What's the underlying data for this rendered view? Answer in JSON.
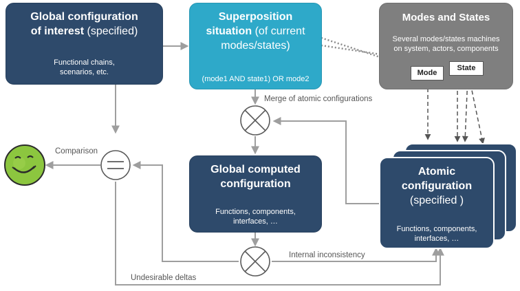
{
  "boxes": {
    "global_config": {
      "title_line1": "Global configuration",
      "title_line2_bold": "of interest",
      "title_line2_rest": " (specified)",
      "body_line1": "Functional chains,",
      "body_line2": "scenarios, etc."
    },
    "superposition": {
      "title_line1": "Superposition",
      "title_line2_bold": "situation",
      "title_line2_rest": " (of current",
      "title_line3": "modes/states)",
      "body": "(mode1 AND state1) OR mode2"
    },
    "modes_states": {
      "title": "Modes and States",
      "body_line1": "Several modes/states machines",
      "body_line2": "on system, actors, components",
      "mode_tag": "Mode",
      "state_tag": "State"
    },
    "computed": {
      "title_line1": "Global computed",
      "title_line2": "configuration",
      "body_line1": "Functions, components,",
      "body_line2": "interfaces, …"
    },
    "atomic": {
      "title_line1": "Atomic",
      "title_line2": "configuration",
      "title_line3": "(specified )",
      "body_line1": "Functions, components,",
      "body_line2": "interfaces, …"
    }
  },
  "labels": {
    "merge": "Merge of atomic configurations",
    "comparison": "Comparison",
    "internal": "Internal inconsistency",
    "deltas": "Undesirable deltas"
  },
  "colors": {
    "navy": "#2e4a6b",
    "cyan": "#2ea9c9",
    "gray": "#7f7f7f",
    "arrow": "#9e9e9e",
    "smiley": "#8cc63f"
  },
  "icons": {
    "merge_operator": "circled-times-icon",
    "compare_operator": "circled-equals-icon",
    "result": "smiley-face-icon"
  }
}
